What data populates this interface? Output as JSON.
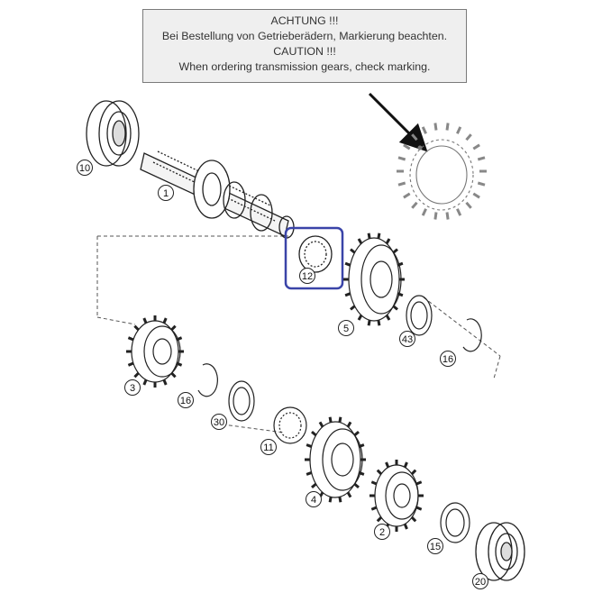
{
  "notice": {
    "line1": "ACHTUNG !!!",
    "line2": "Bei Bestellung von Getrieberädern, Markierung beachten.",
    "line3": "CAUTION !!!",
    "line4": "When ordering transmission gears, check marking."
  },
  "callouts": {
    "p10a": "10",
    "p1": "1",
    "p12": "12",
    "p5": "5",
    "p43": "43",
    "p16a": "16",
    "p3": "3",
    "p16b": "16",
    "p30": "30",
    "p11": "11",
    "p4": "4",
    "p2": "2",
    "p15": "15",
    "p20": "20"
  },
  "colors": {
    "line": "#222222",
    "highlight": "#3a44a8",
    "notice_bg": "#efefef"
  },
  "icons": {
    "marking_arrow": "arrow-icon"
  }
}
